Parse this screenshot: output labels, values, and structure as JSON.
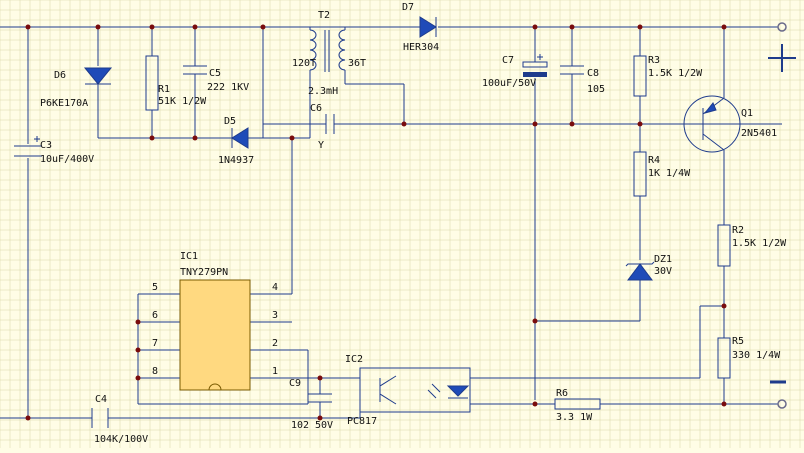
{
  "labels": {
    "T2": "T2",
    "T2_primary": "120T",
    "T2_secondary": "36T",
    "T2_inductance": "2.3mH",
    "D7": "D7",
    "D7_part": "HER304",
    "D6": "D6",
    "D6_part": "P6KE170A",
    "R1": "R1",
    "R1_value": "51K 1/2W",
    "C5": "C5",
    "C5_value": "222 1KV",
    "D5": "D5",
    "D5_part": "1N4937",
    "C3": "C3",
    "C3_value": "10uF/400V",
    "C6": "C6",
    "C6_value": "Y",
    "C7": "C7",
    "C7_value": "100uF/50V",
    "C8": "C8",
    "C8_value": "105",
    "R3": "R3",
    "R3_value": "1.5K 1/2W",
    "Q1": "Q1",
    "Q1_part": "2N5401",
    "R4": "R4",
    "R4_value": "1K 1/4W",
    "R2": "R2",
    "R2_value": "1.5K 1/2W",
    "DZ1": "DZ1",
    "DZ1_value": "30V",
    "R5": "R5",
    "R5_value": "330 1/4W",
    "IC1": "IC1",
    "IC1_part": "TNY279PN",
    "pin5": "5",
    "pin6": "6",
    "pin7": "7",
    "pin8": "8",
    "pin4": "4",
    "pin3": "3",
    "pin2": "2",
    "pin1": "1",
    "IC2": "IC2",
    "IC2_part": "PC817",
    "C9": "C9",
    "C9_value1": "102",
    "C9_value2": "50V",
    "R6": "R6",
    "R6_value": "3.3 1W",
    "C4": "C4",
    "C4_value": "104K/100V",
    "plus": "+",
    "minus": "-"
  },
  "colors": {
    "background": "#fffde6",
    "grid": "#d8d6a8",
    "wire": "#1f3c8c",
    "ic_body": "#ffd980",
    "junction": "#7a0c0c",
    "polarity": "#1f3c8c"
  }
}
